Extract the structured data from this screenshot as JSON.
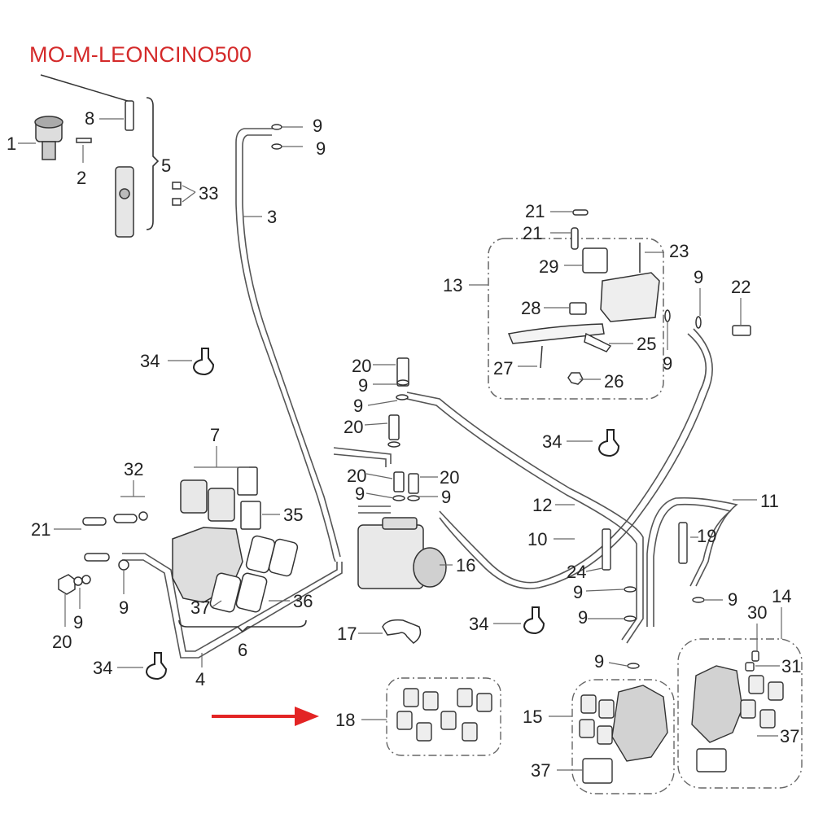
{
  "title": "MO-M-LEONCINO500",
  "colors": {
    "title": "#d42a2a",
    "arrow": "#e32424",
    "line": "#555555",
    "part": "#333333"
  },
  "callouts": {
    "c1": "1",
    "c2": "2",
    "c3": "3",
    "c4": "4",
    "c5": "5",
    "c6": "6",
    "c7": "7",
    "c8": "8",
    "c9": "9",
    "c10": "10",
    "c11": "11",
    "c12": "12",
    "c13": "13",
    "c14": "14",
    "c15": "15",
    "c16": "16",
    "c17": "17",
    "c18": "18",
    "c19": "19",
    "c20": "20",
    "c21": "21",
    "c22": "22",
    "c23": "23",
    "c24": "24",
    "c25": "25",
    "c26": "26",
    "c27": "27",
    "c28": "28",
    "c29": "29",
    "c30": "30",
    "c31": "31",
    "c32": "32",
    "c33": "33",
    "c34": "34",
    "c35": "35",
    "c36": "36",
    "c37": "37"
  }
}
